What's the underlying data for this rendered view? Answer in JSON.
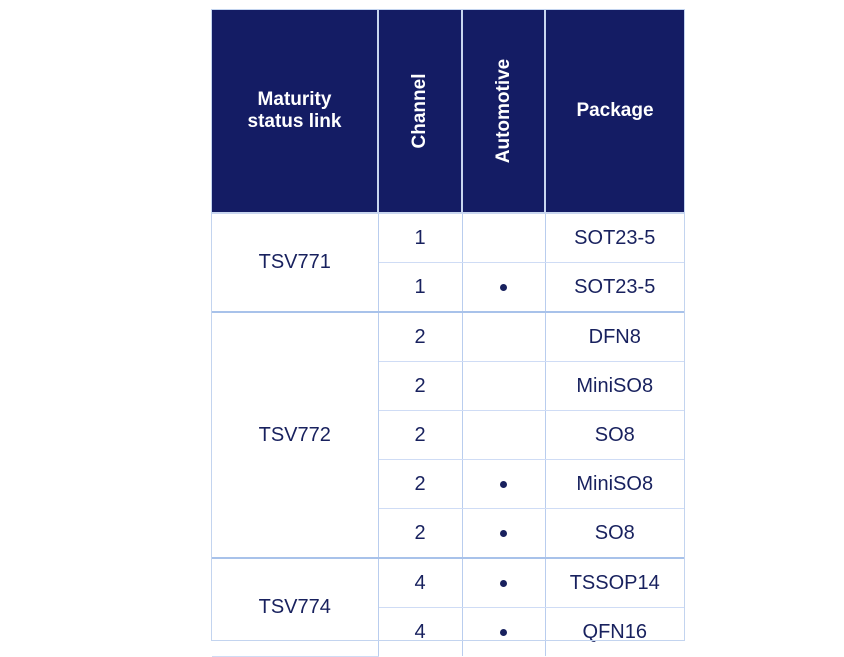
{
  "table": {
    "columns": [
      {
        "key": "maturity",
        "label": "Maturity\nstatus link",
        "orientation": "horizontal"
      },
      {
        "key": "channel",
        "label": "Channel",
        "orientation": "vertical"
      },
      {
        "key": "automotive",
        "label": "Automotive",
        "orientation": "vertical"
      },
      {
        "key": "package",
        "label": "Package",
        "orientation": "horizontal"
      }
    ],
    "header_labels": {
      "maturity_line1": "Maturity",
      "maturity_line2": "status link",
      "channel": "Channel",
      "automotive": "Automotive",
      "package": "Package"
    },
    "colors": {
      "header_background": "#141C64",
      "header_text": "#FFFFFF",
      "link_text": "#1A8CC8",
      "body_text": "#18215E",
      "grid_line": "#CFDCF5",
      "group_separator": "#A8C2EA",
      "cell_background": "#FFFFFF"
    },
    "groups": [
      {
        "device": "TSV771",
        "rows": [
          {
            "channel": "1",
            "automotive": false,
            "package": "SOT23-5"
          },
          {
            "channel": "1",
            "automotive": true,
            "package": "SOT23-5"
          }
        ]
      },
      {
        "device": "TSV772",
        "rows": [
          {
            "channel": "2",
            "automotive": false,
            "package": "DFN8"
          },
          {
            "channel": "2",
            "automotive": false,
            "package": "MiniSO8"
          },
          {
            "channel": "2",
            "automotive": false,
            "package": "SO8"
          },
          {
            "channel": "2",
            "automotive": true,
            "package": "MiniSO8"
          },
          {
            "channel": "2",
            "automotive": true,
            "package": "SO8"
          }
        ]
      },
      {
        "device": "TSV774",
        "rows": [
          {
            "channel": "4",
            "automotive": true,
            "package": "TSSOP14"
          },
          {
            "channel": "4",
            "automotive": true,
            "package": "QFN16"
          }
        ]
      }
    ]
  }
}
